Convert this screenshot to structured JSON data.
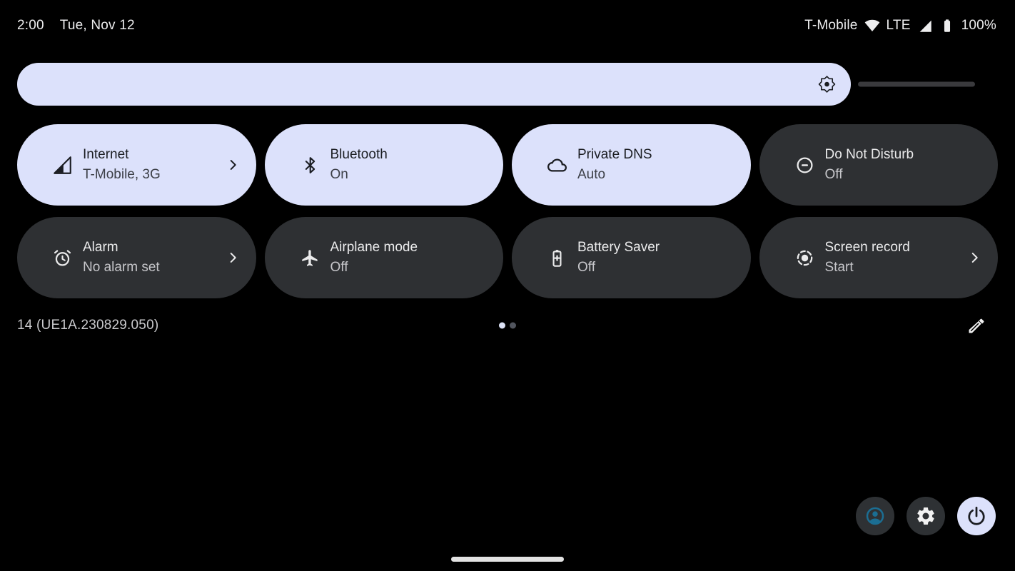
{
  "status_bar": {
    "time": "2:00",
    "date": "Tue, Nov 12",
    "carrier": "T-Mobile",
    "network_type": "LTE",
    "battery_percent": "100%"
  },
  "brightness": {
    "level_percent": 87
  },
  "tiles": [
    {
      "name": "internet",
      "title": "Internet",
      "subtitle": "T-Mobile, 3G",
      "state": "active",
      "icon": "cellular-signal-icon",
      "chevron": true
    },
    {
      "name": "bluetooth",
      "title": "Bluetooth",
      "subtitle": "On",
      "state": "active",
      "icon": "bluetooth-icon",
      "chevron": false
    },
    {
      "name": "private-dns",
      "title": "Private DNS",
      "subtitle": "Auto",
      "state": "active",
      "icon": "cloud-icon",
      "chevron": false
    },
    {
      "name": "do-not-disturb",
      "title": "Do Not Disturb",
      "subtitle": "Off",
      "state": "inactive",
      "icon": "do-not-disturb-icon",
      "chevron": false
    },
    {
      "name": "alarm",
      "title": "Alarm",
      "subtitle": "No alarm set",
      "state": "inactive",
      "icon": "alarm-clock-icon",
      "chevron": true
    },
    {
      "name": "airplane-mode",
      "title": "Airplane mode",
      "subtitle": "Off",
      "state": "inactive",
      "icon": "airplane-icon",
      "chevron": false
    },
    {
      "name": "battery-saver",
      "title": "Battery Saver",
      "subtitle": "Off",
      "state": "inactive",
      "icon": "battery-plus-icon",
      "chevron": false
    },
    {
      "name": "screen-record",
      "title": "Screen record",
      "subtitle": "Start",
      "state": "inactive",
      "icon": "record-icon",
      "chevron": true
    }
  ],
  "footer": {
    "build_number": "14 (UE1A.230829.050)",
    "page_count": 2,
    "active_page": 1
  },
  "colors": {
    "background": "#000000",
    "accent_light": "#dce1fb",
    "tile_inactive_bg": "#2e3033",
    "avatar_icon": "#1b6e93",
    "slider_track": "#3a3a3d"
  }
}
